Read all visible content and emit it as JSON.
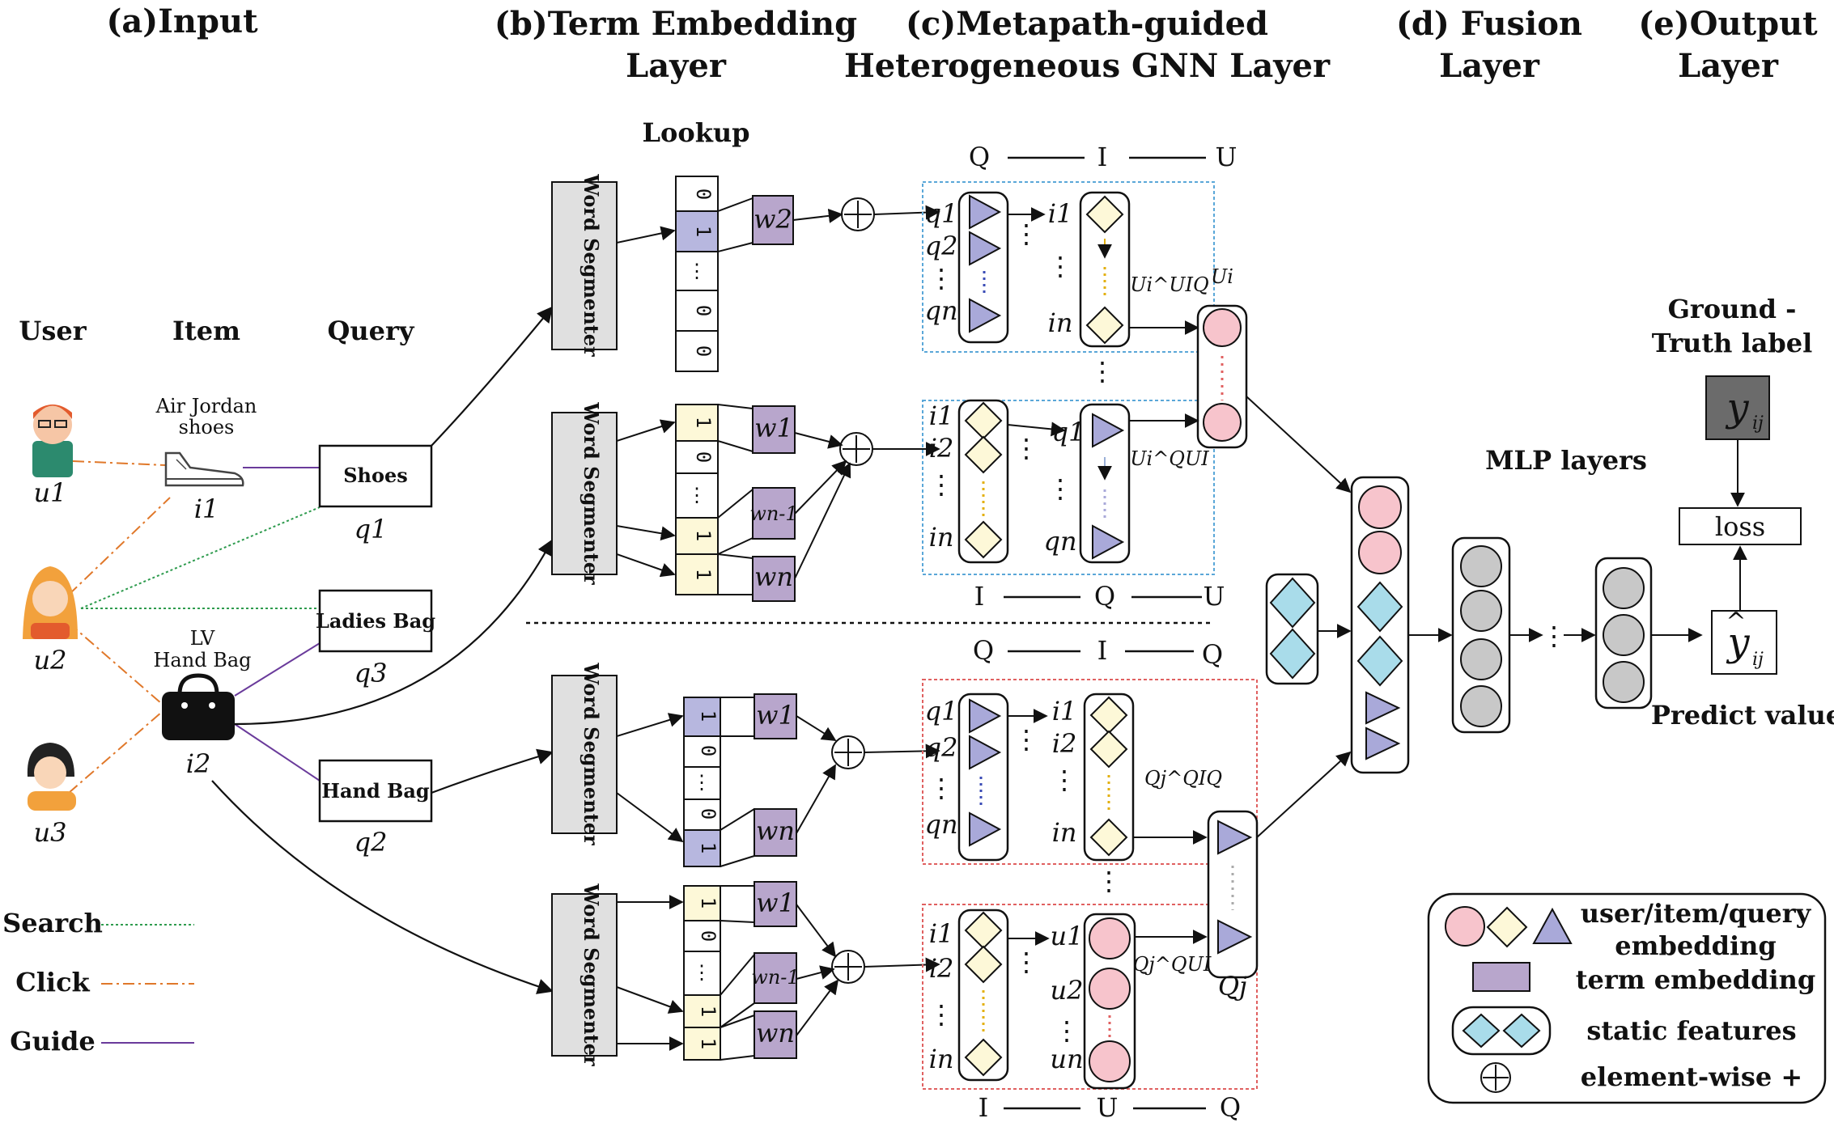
{
  "sections": {
    "input": "(a)Input",
    "term_embedding": [
      "(b)Term Embedding",
      "Layer"
    ],
    "gnn": [
      "(c)Metapath-guided",
      "Heterogeneous GNN Layer"
    ],
    "fusion": [
      "(d) Fusion",
      "Layer"
    ],
    "output": [
      "(e)Output",
      "Layer"
    ]
  },
  "input": {
    "col_user": "User",
    "col_item": "Item",
    "col_query": "Query",
    "users": [
      "u1",
      "u2",
      "u3"
    ],
    "items": [
      {
        "name": "Air Jordan shoes",
        "id": "i1"
      },
      {
        "name": "LV Hand Bag",
        "id": "i2"
      }
    ],
    "queries": [
      {
        "label": "Shoes",
        "id": "q1"
      },
      {
        "label": "Ladies Bag",
        "id": "q3"
      },
      {
        "label": "Hand Bag",
        "id": "q2"
      }
    ],
    "legend": {
      "search": "Search",
      "click": "Click",
      "guide": "Guide"
    }
  },
  "term": {
    "lookup": "Lookup",
    "segmenter": "Word Segmenter",
    "vec1": [
      "0",
      "1",
      "⋮",
      "0",
      "0"
    ],
    "vec_ones": "1",
    "vec_zero": "0",
    "vec_dots": "⋮",
    "w2": "w2",
    "w1": "w1",
    "wn1": "wn-1",
    "wn": "wn"
  },
  "gnn": {
    "path1": [
      "Q",
      "I",
      "U"
    ],
    "path2": [
      "I",
      "Q",
      "U"
    ],
    "path3": [
      "Q",
      "I",
      "Q"
    ],
    "path4": [
      "I",
      "U",
      "Q"
    ],
    "labels": {
      "q1": "q1",
      "q2": "q2",
      "qn": "qn",
      "i1": "i1",
      "i2": "i2",
      "in": "in",
      "u1": "u1",
      "u2": "u2",
      "un": "un",
      "dots": "⋮"
    },
    "u_uiq": "Ui^UIQ",
    "u_qui": "Ui^QUI",
    "ui": "Ui",
    "q_qiq": "Qj^QIQ",
    "q_qui": "Qj^QUI",
    "qj": "Qj"
  },
  "fusion": {
    "mlp": "MLP layers"
  },
  "output": {
    "ground": [
      "Ground -",
      "Truth label"
    ],
    "yij": "y",
    "loss": "loss",
    "predict": "Predict value"
  },
  "legend": {
    "emb": [
      "user/item/query",
      "embedding"
    ],
    "term": "term embedding",
    "static": "static features",
    "plus": "element-wise +"
  },
  "colors": {
    "pink": "#f7c4cc",
    "diamond": "#fdf8d8",
    "triangle": "#a9a9d9",
    "term": "#b8a6cc",
    "static": "#a9dcea",
    "onehot_blue": "#b7b7df",
    "onehot_yellow": "#fdf8d8",
    "grey": "#c8c8c8",
    "segmenter": "#e0e0e0",
    "search": "#2e9b4e",
    "click": "#e0782a",
    "guide": "#6a3b9b",
    "blue_box": "#5aa7d8",
    "red_box": "#e06060"
  }
}
